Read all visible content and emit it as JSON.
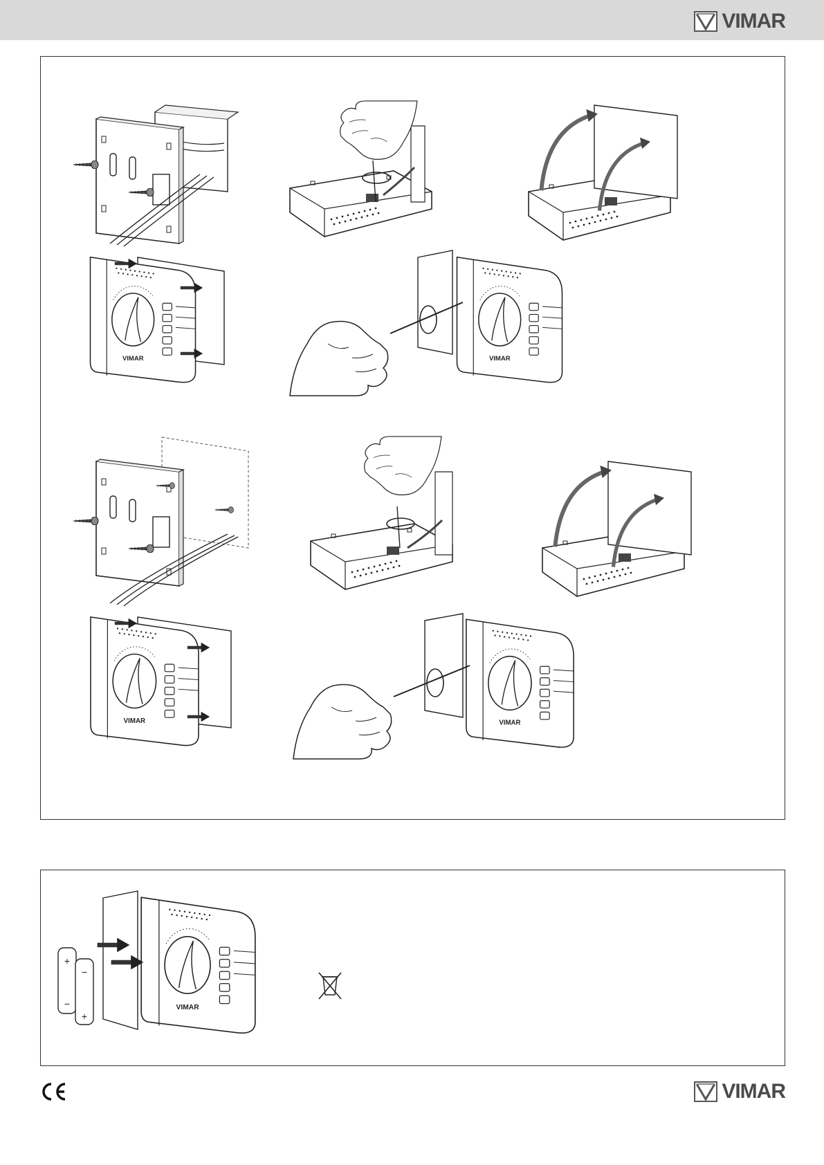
{
  "header": {
    "brand": "VIMAR",
    "bg_color": "#d9d9d9"
  },
  "footer": {
    "brand": "VIMAR",
    "certification": "CE"
  },
  "figures": {
    "device_brand": "VIMAR",
    "battery_positive": "+",
    "battery_negative": "−"
  },
  "icons": [
    "vimar-logo-icon",
    "crossed-bin-icon",
    "ce-mark-icon",
    "hand-icon",
    "screwdriver-icon",
    "battery-icon",
    "arrow-icon"
  ]
}
